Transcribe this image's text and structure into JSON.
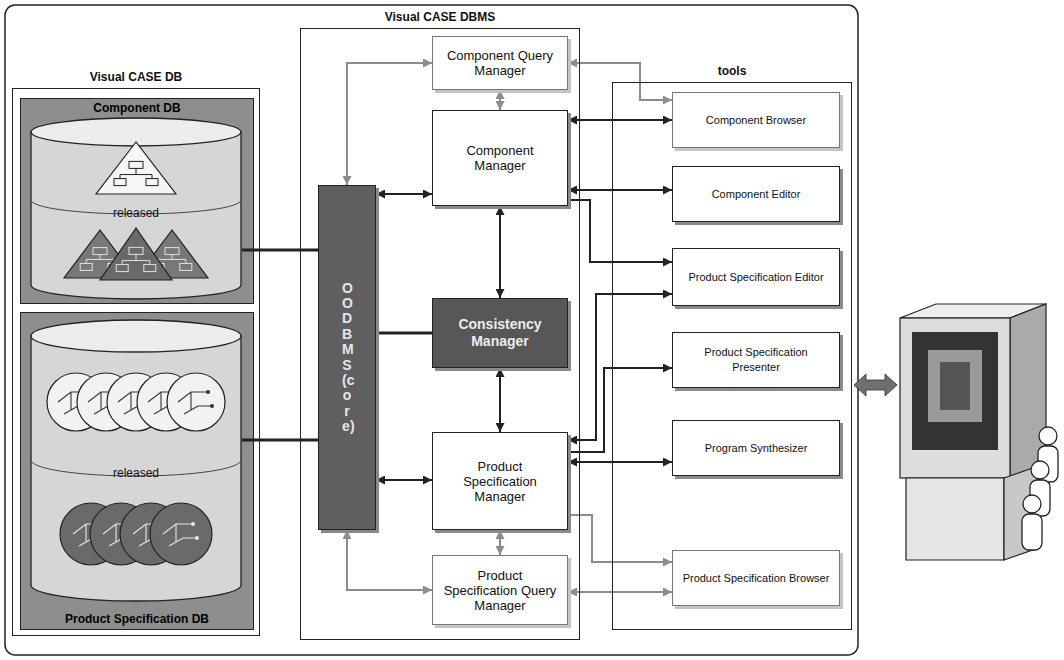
{
  "diagram": {
    "nodes": [
      {
        "text": [
          "Visual CASE DB"
        ]
      },
      {
        "text": [
          "Component DB"
        ],
        "in": 0
      },
      {
        "text": [
          "released"
        ],
        "in": 1
      },
      {
        "text": [
          "Product Specification DB"
        ],
        "in": 0
      },
      {
        "text": [
          "released"
        ],
        "in": 3
      },
      {
        "text": [
          "Visual CASE DBMS"
        ]
      },
      {
        "text": [
          "Component Query Manager"
        ],
        "in": 5
      },
      {
        "text": [
          "Component Manager"
        ],
        "in": 5
      },
      {
        "text": [
          "OODBMS (core)"
        ],
        "in": 5
      },
      {
        "text": [
          "Consistency Manager"
        ],
        "in": 5
      },
      {
        "text": [
          "Product Specification Manager"
        ],
        "in": 5
      },
      {
        "text": [
          "Product Specification Query Manager"
        ],
        "in": 5
      },
      {
        "text": [
          "tools"
        ]
      },
      {
        "text": [
          "Component Browser"
        ],
        "in": 12
      },
      {
        "text": [
          "Component Editor"
        ],
        "in": 12
      },
      {
        "text": [
          "Product Specification Editor"
        ],
        "in": 12
      },
      {
        "text": [
          "Product Specification Presenter"
        ],
        "in": 12
      },
      {
        "text": [
          "Program Synthesizer"
        ],
        "in": 12
      },
      {
        "text": [
          "Product Specification Browser"
        ],
        "in": 12
      }
    ],
    "edges": [
      {
        "from": 2,
        "to": 8,
        "arrow": "none"
      },
      {
        "from": 4,
        "to": 8,
        "arrow": "none"
      },
      {
        "from": 8,
        "to": 6,
        "arrow": "both"
      },
      {
        "from": 8,
        "to": 7,
        "arrow": "both"
      },
      {
        "from": 8,
        "to": 9,
        "arrow": "none"
      },
      {
        "from": 8,
        "to": 10,
        "arrow": "both"
      },
      {
        "from": 8,
        "to": 11,
        "arrow": "both"
      },
      {
        "from": 6,
        "to": 7,
        "arrow": "both"
      },
      {
        "from": 7,
        "to": 9,
        "arrow": "both"
      },
      {
        "from": 9,
        "to": 10,
        "arrow": "both"
      },
      {
        "from": 10,
        "to": 11,
        "arrow": "both"
      },
      {
        "from": 6,
        "to": 13,
        "arrow": "both"
      },
      {
        "from": 7,
        "to": 13,
        "arrow": "both"
      },
      {
        "from": 7,
        "to": 14,
        "arrow": "both"
      },
      {
        "from": 7,
        "to": 15,
        "arrow": "to"
      },
      {
        "from": 10,
        "to": 15,
        "arrow": "both"
      },
      {
        "from": 10,
        "to": 16,
        "arrow": "to"
      },
      {
        "from": 10,
        "to": 17,
        "arrow": "both"
      },
      {
        "from": 10,
        "to": 18,
        "arrow": "to"
      },
      {
        "from": 11,
        "to": 18,
        "arrow": "both"
      }
    ]
  }
}
